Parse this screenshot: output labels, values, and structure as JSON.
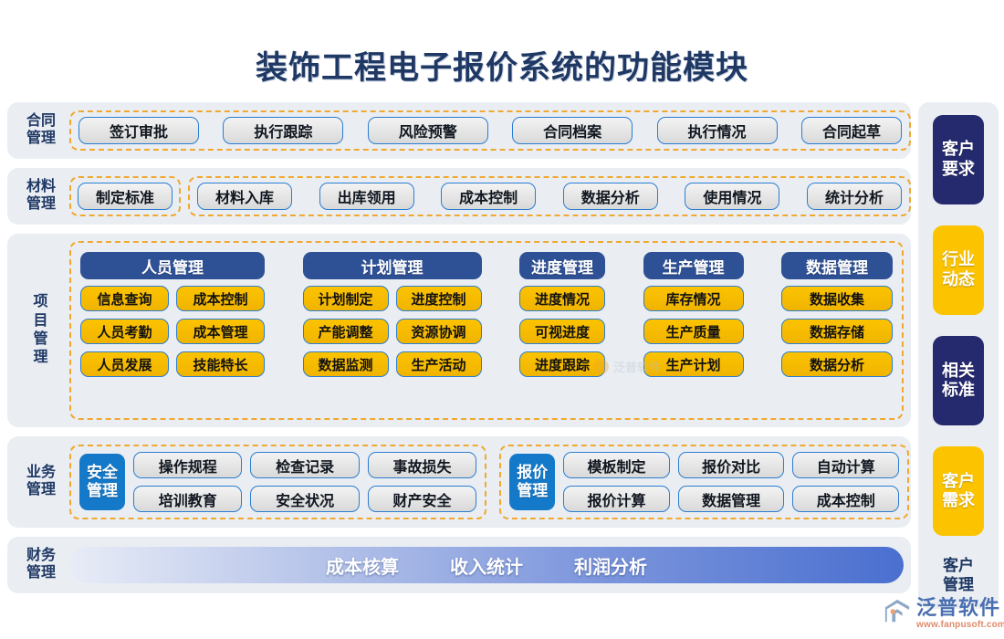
{
  "title": "装饰工程电子报价系统的功能模块",
  "rows": {
    "contract": {
      "label_line1": "合同",
      "label_line2": "管理",
      "items": [
        "签订审批",
        "执行跟踪",
        "风险预警",
        "合同档案",
        "执行情况",
        "合同起草"
      ]
    },
    "material": {
      "label_line1": "材料",
      "label_line2": "管理",
      "standalone": "制定标准",
      "items": [
        "材料入库",
        "出库领用",
        "成本控制",
        "数据分析",
        "使用情况",
        "统计分析"
      ]
    },
    "project": {
      "label_chars": [
        "项",
        "目",
        "管",
        "理"
      ],
      "columns": [
        {
          "header": "人员管理",
          "stacks": [
            [
              "信息查询",
              "人员考勤",
              "人员发展"
            ],
            [
              "成本控制",
              "成本管理",
              "技能特长"
            ]
          ]
        },
        {
          "header": "计划管理",
          "stacks": [
            [
              "计划制定",
              "产能调整",
              "数据监测"
            ],
            [
              "进度控制",
              "资源协调",
              "生产活动"
            ]
          ]
        },
        {
          "header": "进度管理",
          "stacks": [
            [
              "进度情况",
              "可视进度",
              "进度跟踪"
            ]
          ]
        },
        {
          "header": "生产管理",
          "stacks": [
            [
              "库存情况",
              "生产质量",
              "生产计划"
            ]
          ]
        },
        {
          "header": "数据管理",
          "stacks": [
            [
              "数据收集",
              "数据存储",
              "数据分析"
            ]
          ]
        }
      ]
    },
    "business": {
      "label_line1": "业务",
      "label_line2": "管理",
      "groups": [
        {
          "badge_line1": "安全",
          "badge_line2": "管理",
          "columns": [
            [
              "操作规程",
              "培训教育"
            ],
            [
              "检查记录",
              "安全状况"
            ],
            [
              "事故损失",
              "财产安全"
            ]
          ]
        },
        {
          "badge_line1": "报价",
          "badge_line2": "管理",
          "columns": [
            [
              "模板制定",
              "报价计算"
            ],
            [
              "报价对比",
              "数据管理"
            ],
            [
              "自动计算",
              "成本控制"
            ]
          ]
        }
      ]
    },
    "finance": {
      "label_line1": "财务",
      "label_line2": "管理",
      "items": [
        "成本核算",
        "收入统计",
        "利润分析"
      ]
    }
  },
  "sidebar": {
    "chips": [
      {
        "line1": "客户",
        "line2": "要求",
        "style": "navy"
      },
      {
        "line1": "行业",
        "line2": "动态",
        "style": "gold"
      },
      {
        "line1": "相关",
        "line2": "标准",
        "style": "navy"
      },
      {
        "line1": "客户",
        "line2": "需求",
        "style": "gold"
      }
    ],
    "footer_line1": "客户",
    "footer_line2": "管理"
  },
  "watermark": {
    "text": "泛普软件"
  },
  "logo": {
    "name": "泛普软件",
    "url": "www.fanpusoft.com"
  },
  "colors": {
    "title": "#1f3864",
    "band_bg": "#eaeef3",
    "dashed_border": "#f0a82e",
    "pill_border": "#2b7dd1",
    "pill_yellow": "#fcc300",
    "header_blue": "#2e5196",
    "badge_blue": "#1479c9",
    "chip_navy": "#252a6e",
    "chip_gold": "#fcc300"
  }
}
